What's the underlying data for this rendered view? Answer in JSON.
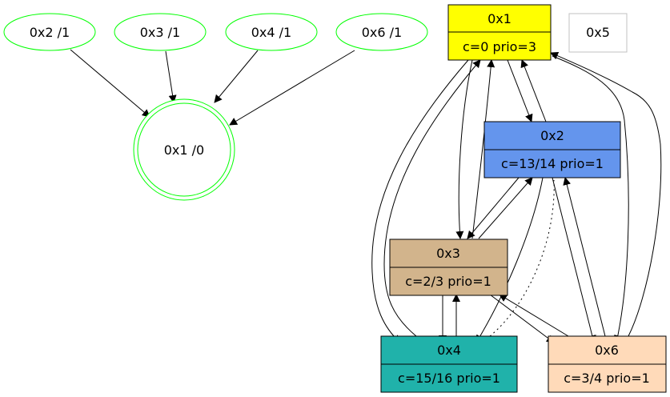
{
  "left_graph": {
    "sources": [
      {
        "id": "s2",
        "label": "0x2 /1"
      },
      {
        "id": "s3",
        "label": "0x3 /1"
      },
      {
        "id": "s4",
        "label": "0x4 /1"
      },
      {
        "id": "s6",
        "label": "0x6 /1"
      }
    ],
    "target": {
      "id": "t1",
      "label": "0x1 /0"
    },
    "edges": [
      {
        "from": "s2",
        "to": "t1"
      },
      {
        "from": "s3",
        "to": "t1"
      },
      {
        "from": "s4",
        "to": "t1"
      },
      {
        "from": "s6",
        "to": "t1"
      }
    ],
    "node_color": "#00ff00"
  },
  "right_graph": {
    "nodes": [
      {
        "id": "n1",
        "title": "0x1",
        "detail": "c=0 prio=3",
        "fill": "#ffff00"
      },
      {
        "id": "n2",
        "title": "0x2",
        "detail": "c=13/14 prio=1",
        "fill": "#6495ed"
      },
      {
        "id": "n3",
        "title": "0x3",
        "detail": "c=2/3 prio=1",
        "fill": "#d2b48c"
      },
      {
        "id": "n4",
        "title": "0x4",
        "detail": "c=15/16 prio=1",
        "fill": "#20b2aa"
      },
      {
        "id": "n6",
        "title": "0x6",
        "detail": "c=3/4 prio=1",
        "fill": "#ffdab9"
      }
    ],
    "isolated": {
      "id": "n5",
      "label": "0x5",
      "stroke": "#c0c0c0"
    },
    "edges": [
      {
        "from": "n1",
        "to": "n2",
        "style": "solid"
      },
      {
        "from": "n2",
        "to": "n1",
        "style": "solid"
      },
      {
        "from": "n1",
        "to": "n3",
        "style": "solid"
      },
      {
        "from": "n3",
        "to": "n1",
        "style": "solid"
      },
      {
        "from": "n1",
        "to": "n4",
        "style": "solid"
      },
      {
        "from": "n4",
        "to": "n1",
        "style": "solid"
      },
      {
        "from": "n1",
        "to": "n6",
        "style": "solid"
      },
      {
        "from": "n6",
        "to": "n1",
        "style": "solid"
      },
      {
        "from": "n2",
        "to": "n3",
        "style": "solid"
      },
      {
        "from": "n3",
        "to": "n2",
        "style": "solid"
      },
      {
        "from": "n2",
        "to": "n4",
        "style": "solid"
      },
      {
        "from": "n2",
        "to": "n6",
        "style": "solid"
      },
      {
        "from": "n6",
        "to": "n2",
        "style": "solid"
      },
      {
        "from": "n3",
        "to": "n4",
        "style": "solid"
      },
      {
        "from": "n4",
        "to": "n3",
        "style": "solid"
      },
      {
        "from": "n3",
        "to": "n6",
        "style": "solid"
      },
      {
        "from": "n6",
        "to": "n3",
        "style": "solid"
      },
      {
        "from": "n4",
        "to": "n2",
        "style": "dotted"
      }
    ]
  }
}
